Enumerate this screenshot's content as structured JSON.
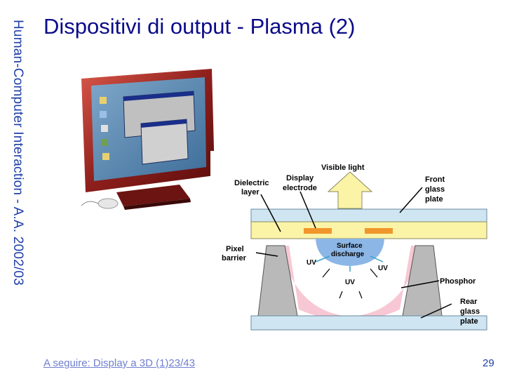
{
  "sidebar": {
    "course_title": "Human-Computer Interaction - A.A. 2002/03"
  },
  "slide": {
    "title": "Dispositivi di output - Plasma (2)"
  },
  "diagram": {
    "labels": {
      "visible_light": "Visible light",
      "dielectric_layer_1": "Dielectric",
      "dielectric_layer_2": "layer",
      "display_electrode_1": "Display",
      "display_electrode_2": "electrode",
      "front_glass_1": "Front",
      "front_glass_2": "glass",
      "front_glass_3": "plate",
      "surface_discharge_1": "Surface",
      "surface_discharge_2": "discharge",
      "pixel_barrier_1": "Pixel",
      "pixel_barrier_2": "barrier",
      "uv_1": "UV",
      "uv_2": "UV",
      "uv_3": "UV",
      "phosphor": "Phosphor",
      "rear_glass_1": "Rear",
      "rear_glass_2": "glass",
      "rear_glass_3": "plate"
    },
    "colors": {
      "glass": "#cfe6f2",
      "dielectric": "#fbf3a6",
      "electrode": "#f0962c",
      "discharge": "#8cb6e6",
      "phosphor": "#f7c8d4",
      "barrier": "#b9b9b9",
      "light_arrow": "#fbf3a6"
    }
  },
  "footer": {
    "link_text": "A seguire: Display a 3D (1)23/43",
    "page_number": "29"
  }
}
